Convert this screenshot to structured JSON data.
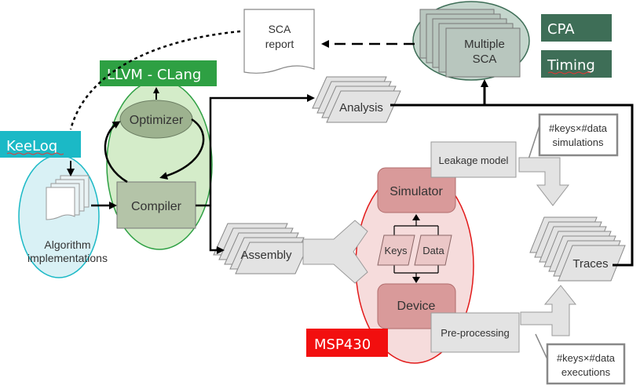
{
  "colors": {
    "keeloq": "#1bb9c6",
    "llvm": "#2ea043",
    "msp": "#f20f0f",
    "cpa": "#3e6e57",
    "box_fill": "#e3e3e3",
    "box_stroke": "#9a9a9a"
  },
  "badges": {
    "keeloq": "KeeLoq",
    "llvm": "LLVM - CLang",
    "cpa": "CPA",
    "timing": "Timing",
    "msp": "MSP430"
  },
  "nodes": {
    "sca_report": [
      "SCA",
      "report"
    ],
    "multiple_sca": [
      "Multiple",
      "SCA"
    ],
    "optimizer": "Optimizer",
    "compiler": "Compiler",
    "algorithm": [
      "Algorithm",
      "implementations"
    ],
    "analysis": "Analysis",
    "assembly": "Assembly",
    "simulator": "Simulator",
    "device": "Device",
    "keys": "Keys",
    "data": "Data",
    "leakage_model": "Leakage model",
    "pre_processing": "Pre-processing",
    "traces": "Traces",
    "simulations": [
      "#keys×#data",
      "simulations"
    ],
    "executions": [
      "#keys×#data",
      "executions"
    ]
  }
}
